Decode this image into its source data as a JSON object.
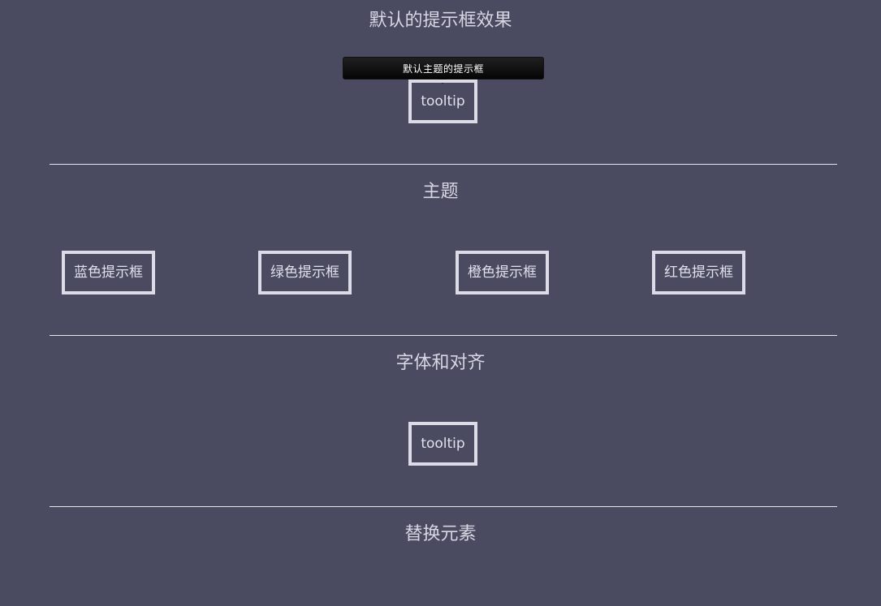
{
  "sections": {
    "default": {
      "title": "默认的提示框效果",
      "tooltip_text": "默认主题的提示框",
      "button_label": "tooltip"
    },
    "themes": {
      "title": "主题",
      "buttons": [
        {
          "label": "蓝色提示框"
        },
        {
          "label": "绿色提示框"
        },
        {
          "label": "橙色提示框"
        },
        {
          "label": "红色提示框"
        }
      ]
    },
    "fonts": {
      "title": "字体和对齐",
      "button_label": "tooltip"
    },
    "replace": {
      "title": "替换元素"
    }
  }
}
